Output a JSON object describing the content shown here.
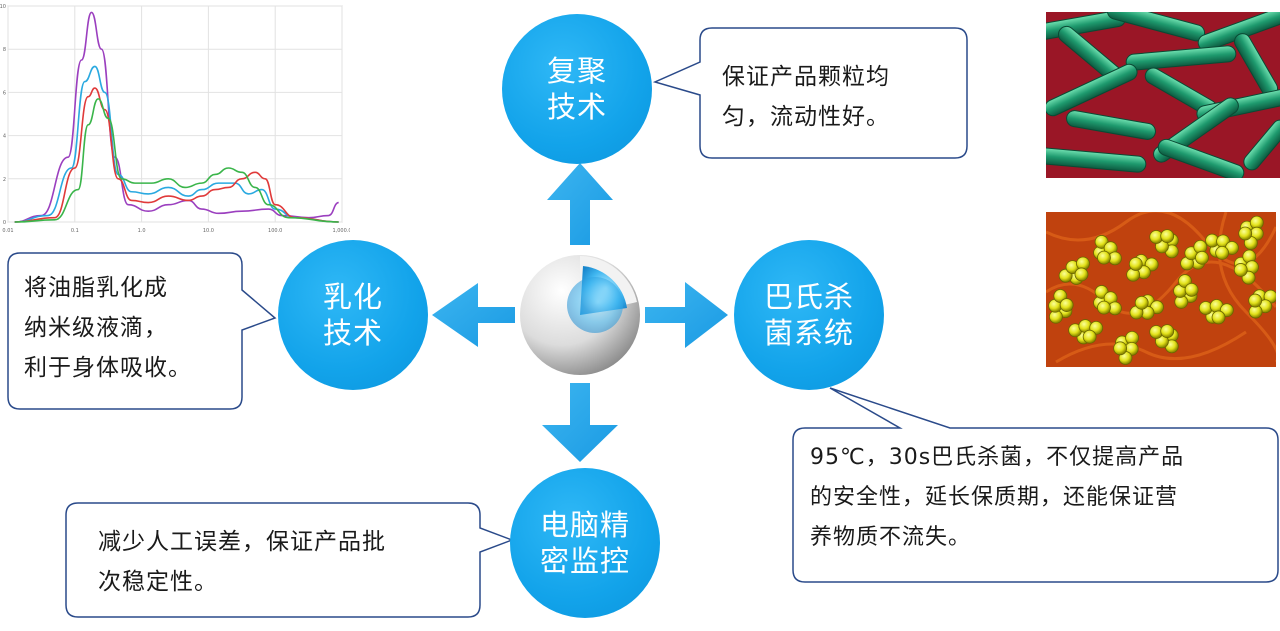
{
  "center": {
    "icon": "cutaway-sphere-icon"
  },
  "nodes": {
    "top": {
      "lines": [
        "复聚",
        "技术"
      ]
    },
    "left": {
      "lines": [
        "乳化",
        "技术"
      ]
    },
    "right": {
      "lines": [
        "巴氏杀",
        "菌系统"
      ]
    },
    "bottom": {
      "lines": [
        "电脑精",
        "密监控"
      ]
    }
  },
  "callouts": {
    "top": {
      "lines": [
        "保证产品颗粒均",
        "匀，流动性好。"
      ]
    },
    "left": {
      "lines": [
        "将油脂乳化成",
        "纳米级液滴，",
        "利于身体吸收。"
      ]
    },
    "right": {
      "lines": [
        "95℃，30s巴氏杀菌，不仅提高产品",
        "的安全性，延长保质期，还能保证营",
        "养物质不流失。"
      ]
    },
    "bottom": {
      "lines": [
        "减少人工误差，保证产品批",
        "次稳定性。"
      ]
    }
  },
  "images": {
    "rod_bacteria": "green-rod-bacteria-photo",
    "cocci_bacteria": "yellow-cocci-bacteria-photo"
  },
  "colors": {
    "node_blue": "#12a3ea",
    "arrow_blue": "#1a9fe6",
    "callout_border": "#2a4a8a"
  },
  "chart_data": {
    "type": "line",
    "title": "",
    "xlabel": "",
    "ylabel": "",
    "x_ticks": [
      "0.01",
      "0.1",
      "1.0",
      "10.0",
      "100.0",
      "1,000.0"
    ],
    "y_ticks": [
      "0",
      "2",
      "4",
      "6",
      "8",
      "10"
    ],
    "xlim": [
      0,
      100
    ],
    "ylim": [
      0,
      10
    ],
    "series": [
      {
        "color": "#9b3fbf",
        "points": [
          [
            2,
            0
          ],
          [
            10,
            0.3
          ],
          [
            18,
            3
          ],
          [
            22,
            7.5
          ],
          [
            25,
            9.7
          ],
          [
            28,
            8
          ],
          [
            32,
            3
          ],
          [
            36,
            0.8
          ],
          [
            42,
            0.5
          ],
          [
            48,
            0.8
          ],
          [
            54,
            1.0
          ],
          [
            58,
            0.6
          ],
          [
            63,
            0.4
          ],
          [
            70,
            0.5
          ],
          [
            78,
            0.6
          ],
          [
            82,
            0.3
          ],
          [
            90,
            0.2
          ],
          [
            96,
            0.3
          ],
          [
            99,
            0.9
          ]
        ]
      },
      {
        "color": "#2aa9e0",
        "points": [
          [
            2,
            0
          ],
          [
            12,
            0.3
          ],
          [
            19,
            2.5
          ],
          [
            23,
            6.5
          ],
          [
            26,
            7.2
          ],
          [
            29,
            6
          ],
          [
            33,
            2.2
          ],
          [
            37,
            1.4
          ],
          [
            42,
            1.3
          ],
          [
            48,
            1.6
          ],
          [
            54,
            1.2
          ],
          [
            58,
            1.5
          ],
          [
            63,
            1.8
          ],
          [
            68,
            1.8
          ],
          [
            72,
            1.3
          ],
          [
            76,
            1.5
          ],
          [
            80,
            0.6
          ],
          [
            86,
            0.2
          ],
          [
            99,
            0
          ]
        ]
      },
      {
        "color": "#e03a3a",
        "points": [
          [
            2,
            0
          ],
          [
            14,
            0.2
          ],
          [
            20,
            2.5
          ],
          [
            24,
            5.8
          ],
          [
            26,
            6.2
          ],
          [
            29,
            5.2
          ],
          [
            33,
            2
          ],
          [
            37,
            1.0
          ],
          [
            42,
            0.9
          ],
          [
            48,
            1.2
          ],
          [
            54,
            1.0
          ],
          [
            58,
            1.2
          ],
          [
            62,
            1.5
          ],
          [
            66,
            1.6
          ],
          [
            70,
            2.0
          ],
          [
            74,
            2.3
          ],
          [
            77,
            2.0
          ],
          [
            80,
            0.8
          ],
          [
            86,
            0.2
          ],
          [
            99,
            0
          ]
        ]
      },
      {
        "color": "#3ab54a",
        "points": [
          [
            2,
            0
          ],
          [
            14,
            0.1
          ],
          [
            21,
            1.5
          ],
          [
            24,
            4.5
          ],
          [
            27,
            5.7
          ],
          [
            30,
            4.8
          ],
          [
            34,
            2
          ],
          [
            38,
            1.8
          ],
          [
            43,
            1.8
          ],
          [
            48,
            2.0
          ],
          [
            53,
            1.6
          ],
          [
            58,
            1.8
          ],
          [
            62,
            2.2
          ],
          [
            66,
            2.5
          ],
          [
            70,
            2.3
          ],
          [
            74,
            1.6
          ],
          [
            78,
            0.8
          ],
          [
            84,
            0.2
          ],
          [
            99,
            0
          ]
        ]
      }
    ]
  }
}
